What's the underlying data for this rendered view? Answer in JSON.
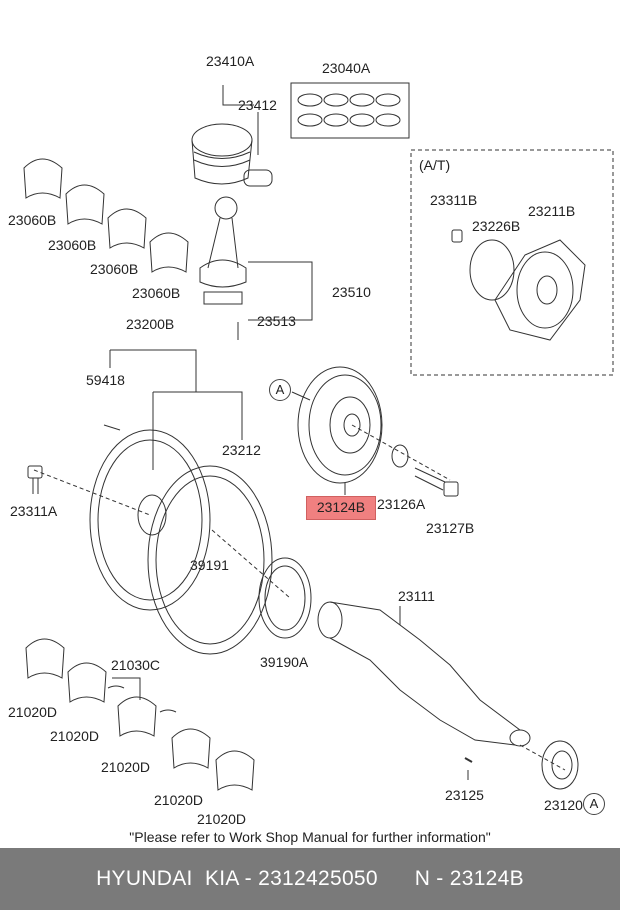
{
  "labels": {
    "p23410A": "23410A",
    "p23412": "23412",
    "p23040A": "23040A",
    "p23060B_1": "23060B",
    "p23060B_2": "23060B",
    "p23060B_3": "23060B",
    "p23060B_4": "23060B",
    "p23510": "23510",
    "p23513": "23513",
    "p23200B": "23200B",
    "p59418": "59418",
    "p23212": "23212",
    "p23311A": "23311A",
    "p39191": "39191",
    "p39190A": "39190A",
    "p23111": "23111",
    "p21030C": "21030C",
    "p21020D_1": "21020D",
    "p21020D_2": "21020D",
    "p21020D_3": "21020D",
    "p21020D_4": "21020D",
    "p21020D_5": "21020D",
    "p23125": "23125",
    "p23120": "23120",
    "p23126A": "23126A",
    "p23127B": "23127B",
    "at_title": "(A/T)",
    "p23311B": "23311B",
    "p23226B": "23226B",
    "p23211B": "23211B",
    "callout_a1": "A",
    "callout_a2": "A"
  },
  "highlighted_part": "23124B",
  "note": "\"Please refer to Work Shop Manual for further information\"",
  "footer": {
    "brand": "HYUNDAI  KIA - 2312425050",
    "ref": "N - 23124B"
  },
  "colors": {
    "highlight": "#f08080",
    "footer_bg": "#7a7a7a"
  }
}
